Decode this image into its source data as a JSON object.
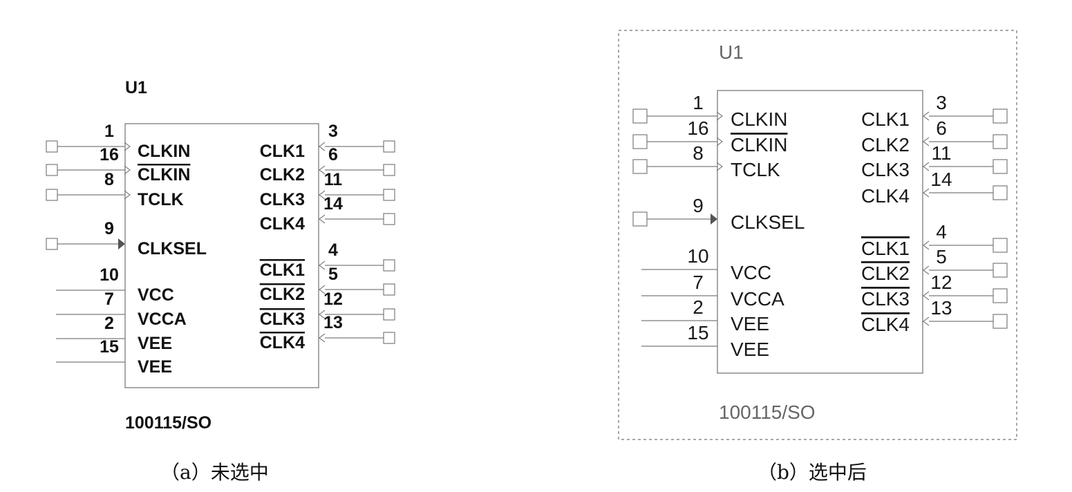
{
  "component": {
    "ref": "U1",
    "part": "100115/SO",
    "left_pins": [
      {
        "num": "1",
        "name": "CLKIN",
        "overline": false,
        "kind": "io"
      },
      {
        "num": "16",
        "name": "CLKIN",
        "overline": true,
        "kind": "io"
      },
      {
        "num": "8",
        "name": "TCLK",
        "overline": false,
        "kind": "io"
      },
      {
        "num": "9",
        "name": "CLKSEL",
        "overline": false,
        "kind": "in"
      },
      {
        "num": "10",
        "name": "VCC",
        "overline": false,
        "kind": "power"
      },
      {
        "num": "7",
        "name": "VCCA",
        "overline": false,
        "kind": "power"
      },
      {
        "num": "2",
        "name": "VEE",
        "overline": false,
        "kind": "power"
      },
      {
        "num": "15",
        "name": "VEE",
        "overline": false,
        "kind": "power"
      }
    ],
    "right_pins": [
      {
        "num": "3",
        "name": "CLK1",
        "overline": false
      },
      {
        "num": "6",
        "name": "CLK2",
        "overline": false
      },
      {
        "num": "11",
        "name": "CLK3",
        "overline": false
      },
      {
        "num": "14",
        "name": "CLK4",
        "overline": false
      },
      {
        "num": "4",
        "name": "CLK1",
        "overline": true
      },
      {
        "num": "5",
        "name": "CLK2",
        "overline": true
      },
      {
        "num": "12",
        "name": "CLK3",
        "overline": true
      },
      {
        "num": "13",
        "name": "CLK4",
        "overline": true
      }
    ]
  },
  "panels": [
    {
      "id": "a",
      "caption": "（a）未选中",
      "selected": false
    },
    {
      "id": "b",
      "caption": "（b）选中后",
      "selected": true
    }
  ],
  "colors": {
    "line": "#7a7a7a",
    "text_unselected": "#111111",
    "text_selected": "#1a1a1a",
    "ref_selected": "#666666",
    "selection_border": "#8a8a8a",
    "arrow_fill": "#555555"
  }
}
